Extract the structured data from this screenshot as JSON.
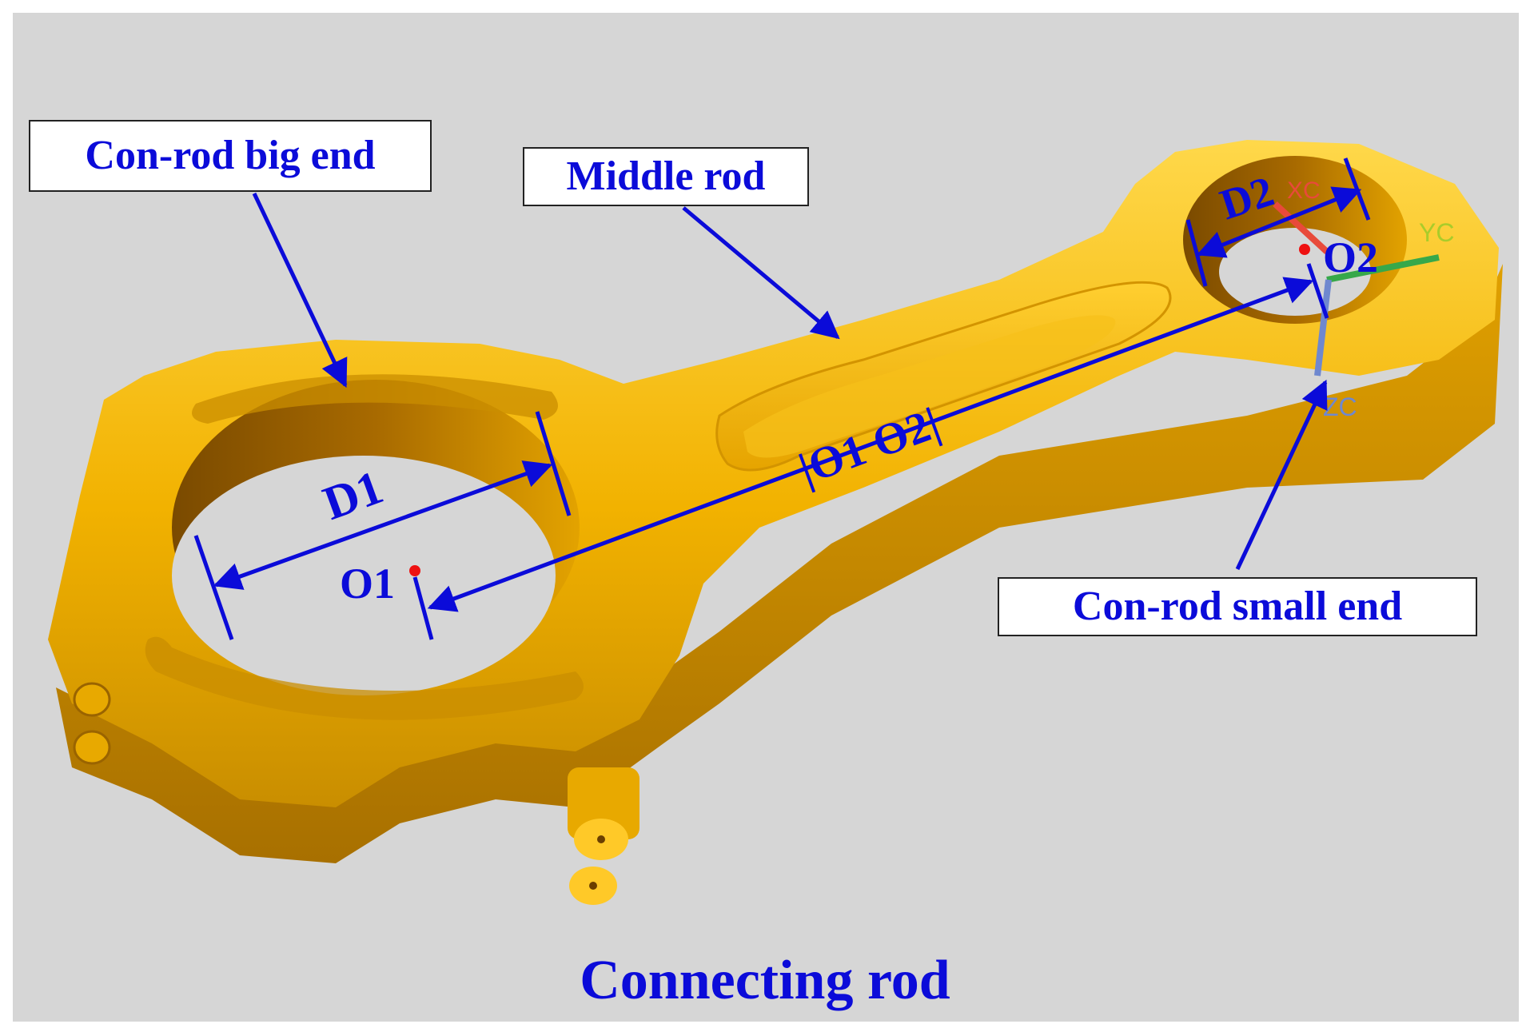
{
  "caption": "Connecting rod",
  "callouts": {
    "big_end": "Con-rod big end",
    "middle_rod": "Middle rod",
    "small_end": "Con-rod small end"
  },
  "dimensions": {
    "d1": "D1",
    "d2": "D2",
    "o1": "O1",
    "o2": "O2",
    "center_distance": "|O1 O2|"
  },
  "axis_labels": {
    "yc": "YC",
    "xc": "XC",
    "zc": "ZC"
  },
  "colors": {
    "annotation_blue": "#0b0bd9",
    "part_yellow": "#f2b200",
    "center_point_red": "#ee1111",
    "background_gray": "#d6d6d6"
  }
}
